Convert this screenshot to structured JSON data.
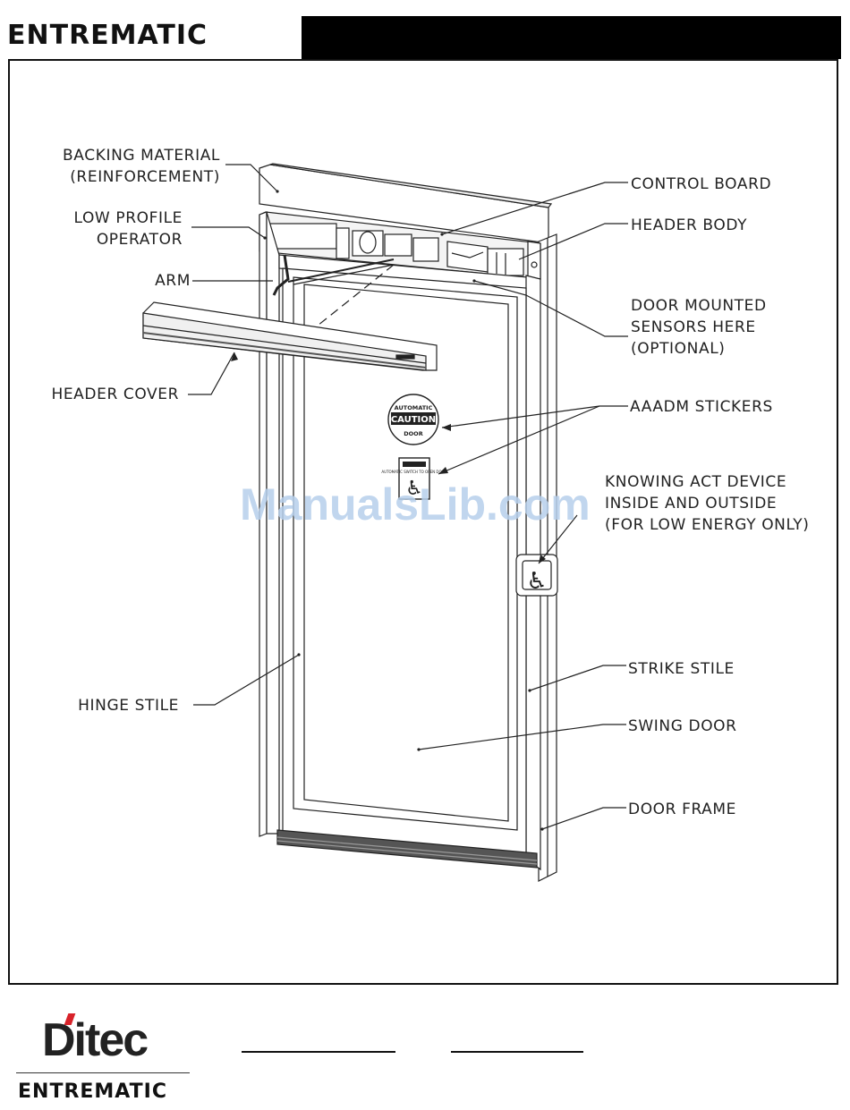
{
  "header": {
    "brand": "ENTREMATIC"
  },
  "labels": {
    "backing_material": "BACKING MATERIAL\n(REINFORCEMENT)",
    "low_profile_operator": "LOW PROFILE\nOPERATOR",
    "arm": "ARM",
    "header_cover": "HEADER COVER",
    "hinge_stile": "HINGE STILE",
    "control_board": "CONTROL BOARD",
    "header_body": "HEADER BODY",
    "door_mounted_sensors": "DOOR MOUNTED\nSENSORS HERE\n(OPTIONAL)",
    "aaadm_stickers": "AAADM STICKERS",
    "knowing_act_device": "KNOWING ACT DEVICE\nINSIDE AND OUTSIDE\n(FOR LOW ENERGY ONLY)",
    "strike_stile": "STRIKE STILE",
    "swing_door": "SWING DOOR",
    "door_frame": "DOOR FRAME"
  },
  "stickers": {
    "caution_top": "AUTOMATIC",
    "caution_mid": "CAUTION",
    "caution_bottom": "DOOR",
    "push_button_text": "AUTOMATIC SWITCH TO OPEN DOOR"
  },
  "watermark": "ManualsLib.com",
  "footer": {
    "logo": "Ditec",
    "brand": "ENTREMATIC"
  }
}
